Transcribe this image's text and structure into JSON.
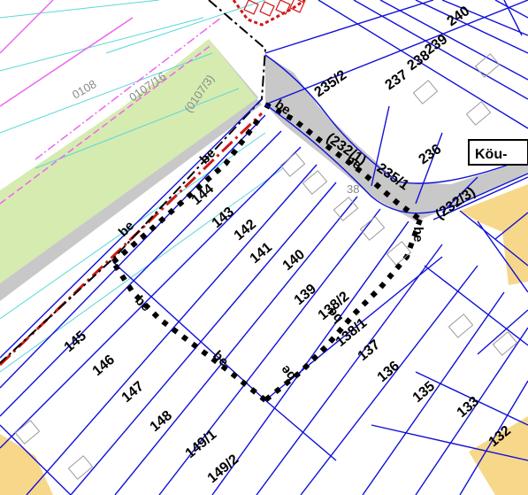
{
  "map": {
    "parcel_labels": [
      "240",
      "239",
      "238",
      "237",
      "235/2",
      "236",
      "235/1",
      "(232/3)",
      "(232/1)",
      "144",
      "143",
      "142",
      "141",
      "140",
      "139",
      "138/2",
      "138/1",
      "137",
      "136",
      "135",
      "133",
      "132",
      "145",
      "146",
      "147",
      "148",
      "149/1",
      "149/2"
    ],
    "other_labels": [
      "0108",
      "0107/16",
      "(0107/3)",
      "38"
    ],
    "road_label": "Köu-",
    "boundary_marks": [
      "be",
      "be",
      "be",
      "be",
      "be",
      "be",
      "be",
      "be",
      "be"
    ],
    "colors": {
      "parcel_line": "#1010d8",
      "green_area": "#d6ebb0",
      "road_grey": "#c8c8c8",
      "yellow_area": "#f7d88a",
      "boundary_red": "#d01818",
      "pink_line": "#ee66ee",
      "cyan_line": "#58d8d8",
      "dotted_boundary": "#000000"
    }
  }
}
